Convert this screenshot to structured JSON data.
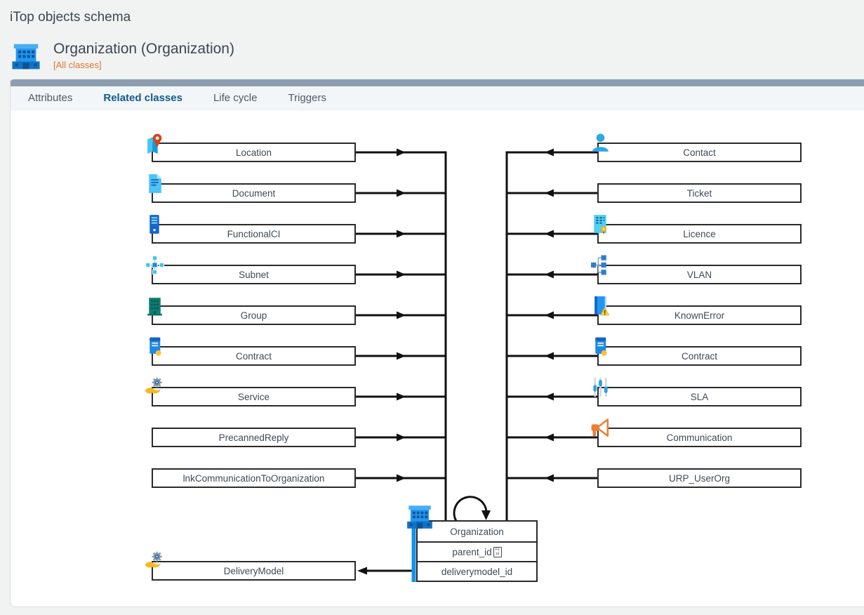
{
  "page_title": "iTop objects schema",
  "header": {
    "icon": "organization-icon",
    "title": "Organization (Organization)",
    "all_classes_link": "[All classes]"
  },
  "tabs": [
    {
      "label": "Attributes",
      "active": false
    },
    {
      "label": "Related classes",
      "active": true
    },
    {
      "label": "Life cycle",
      "active": false
    },
    {
      "label": "Triggers",
      "active": false
    }
  ],
  "diagram": {
    "left_nodes": [
      {
        "label": "Location",
        "icon": "location-icon"
      },
      {
        "label": "Document",
        "icon": "document-icon"
      },
      {
        "label": "FunctionalCI",
        "icon": "functionalci-icon"
      },
      {
        "label": "Subnet",
        "icon": "subnet-icon"
      },
      {
        "label": "Group",
        "icon": "group-icon"
      },
      {
        "label": "Contract",
        "icon": "contract-icon"
      },
      {
        "label": "Service",
        "icon": "service-icon"
      },
      {
        "label": "PrecannedReply",
        "icon": null
      },
      {
        "label": "lnkCommunicationToOrganization",
        "icon": null
      }
    ],
    "right_nodes": [
      {
        "label": "Contact",
        "icon": "contact-icon"
      },
      {
        "label": "Ticket",
        "icon": null
      },
      {
        "label": "Licence",
        "icon": "licence-icon"
      },
      {
        "label": "VLAN",
        "icon": "vlan-icon"
      },
      {
        "label": "KnownError",
        "icon": "knownerror-icon"
      },
      {
        "label": "Contract",
        "icon": "contract-icon"
      },
      {
        "label": "SLA",
        "icon": "sla-icon"
      },
      {
        "label": "Communication",
        "icon": "communication-icon"
      },
      {
        "label": "URP_UserOrg",
        "icon": null
      }
    ],
    "center_node": {
      "icon": "organization-icon",
      "title": "Organization",
      "fields": [
        {
          "label": "parent_id",
          "glyph": "F01E"
        },
        {
          "label": "deliverymodel_id",
          "glyph": null
        }
      ]
    },
    "bottom_node": {
      "label": "DeliveryModel",
      "icon": "service-icon"
    },
    "colors": {
      "edge": "#111111",
      "highlight": "#1791e8",
      "box_border": "#2a2a2a",
      "accent_orange": "#e0772e",
      "active_tab": "#135a8a",
      "topbar": "#8d9db1"
    }
  }
}
